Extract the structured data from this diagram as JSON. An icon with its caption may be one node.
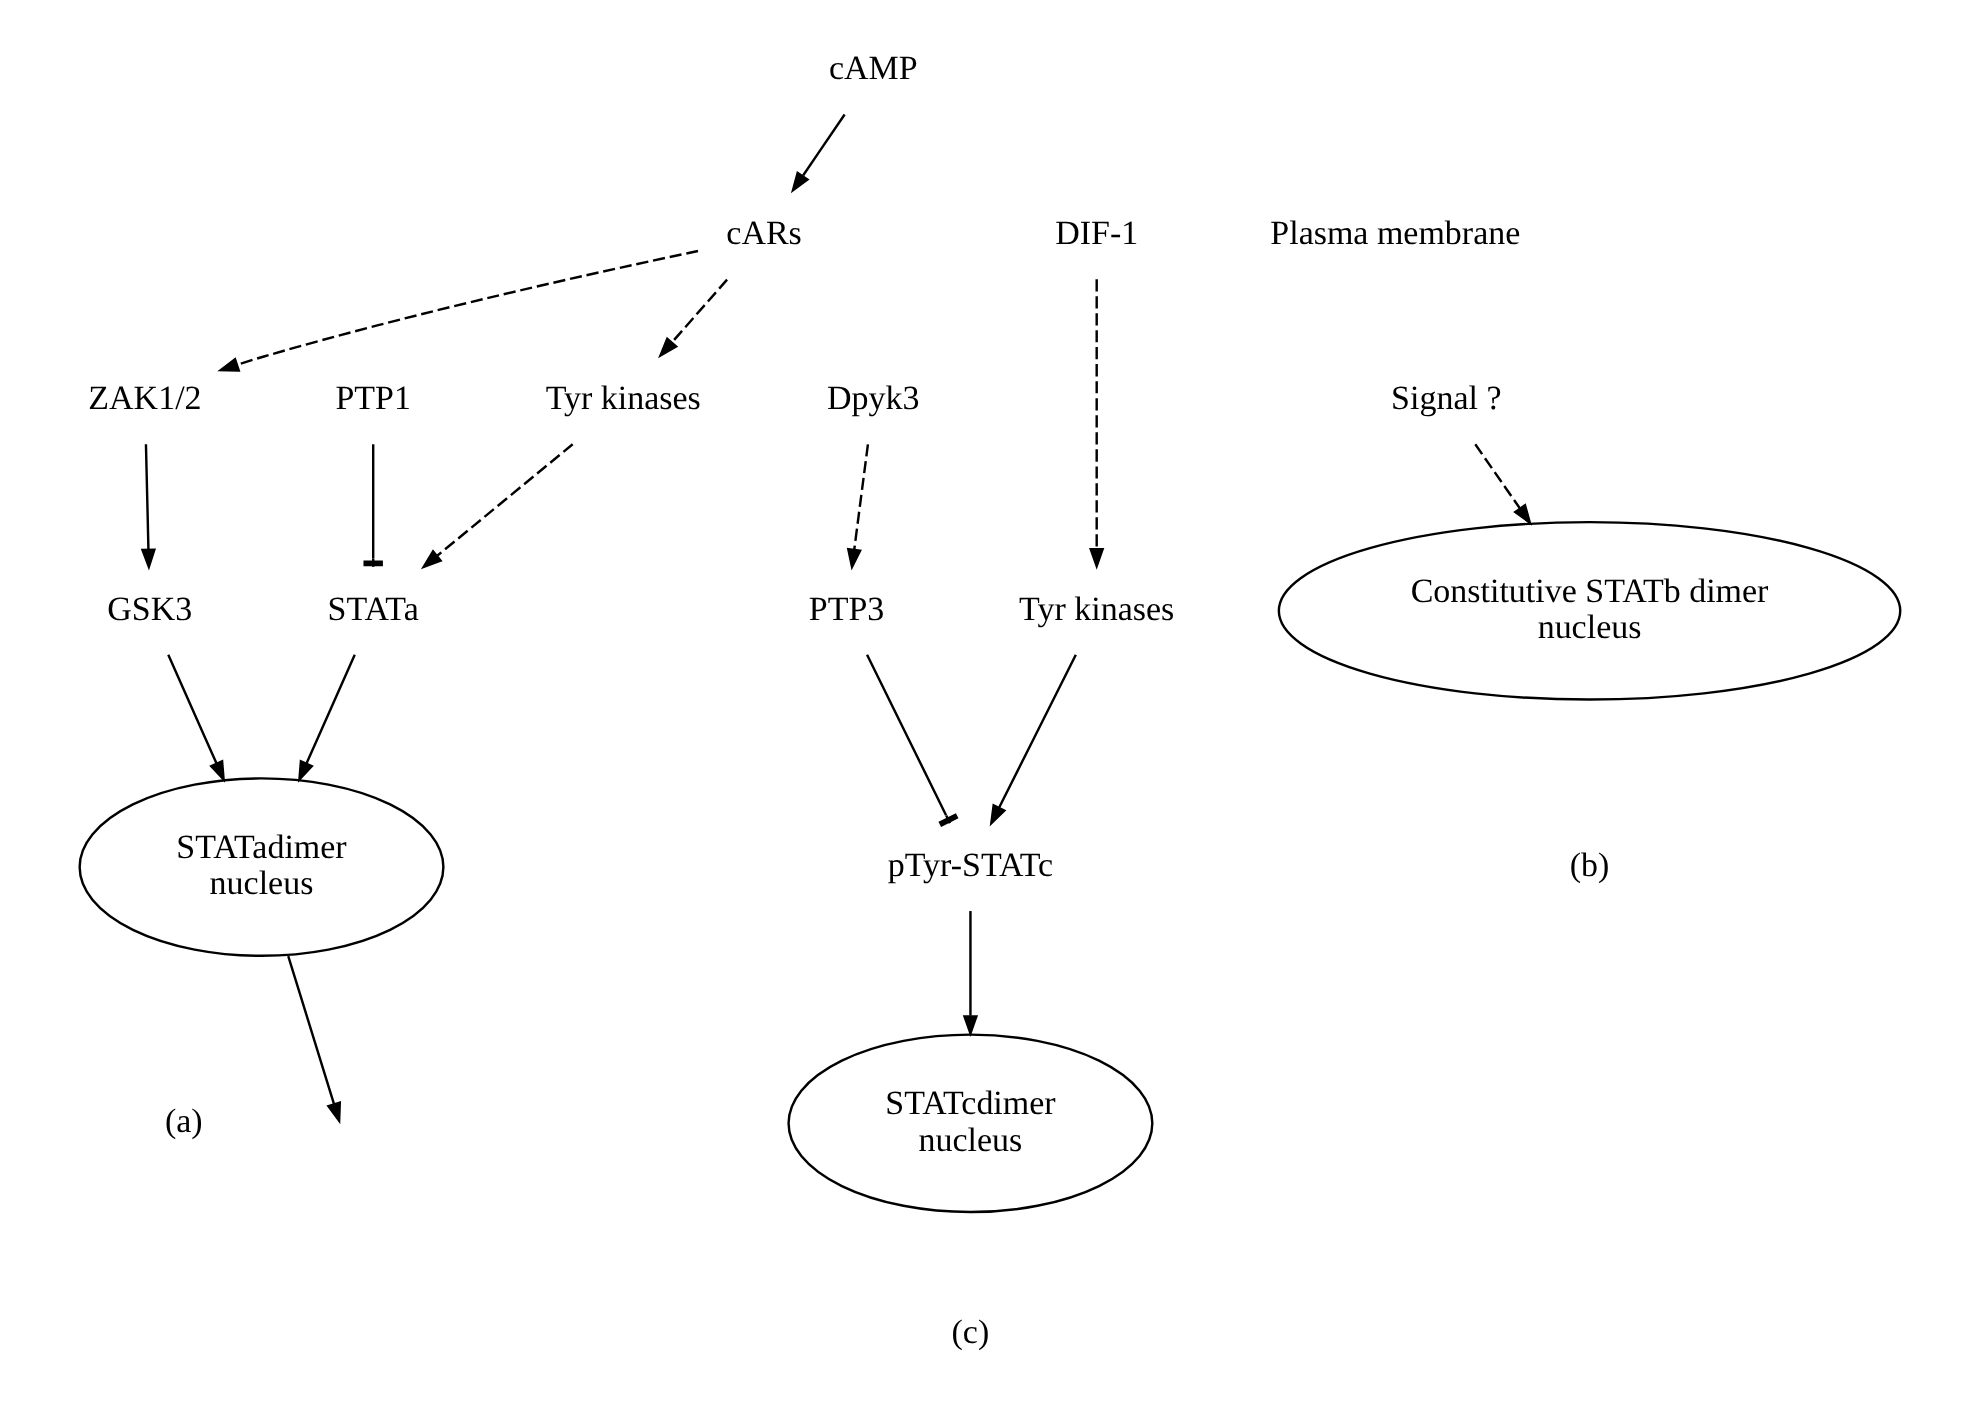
{
  "diagram": {
    "nodes": [
      {
        "text": [
          "cAMP"
        ]
      },
      {
        "text": [
          "cARs"
        ]
      },
      {
        "text": [
          "ZAK1/2"
        ]
      },
      {
        "text": [
          "Tyr kinases"
        ]
      },
      {
        "text": [
          "GSK3"
        ]
      },
      {
        "text": [
          "STATa"
        ]
      },
      {
        "text": [
          "PTP1"
        ]
      },
      {
        "text": [
          "STATadimer",
          "nucleus"
        ]
      },
      {
        "text": [
          "Signal ?"
        ]
      },
      {
        "text": [
          "Constitutive STATb dimer",
          "nucleus"
        ]
      },
      {
        "text": [
          "DIF-1"
        ]
      },
      {
        "text": [
          "Dpyk3"
        ]
      },
      {
        "text": [
          "Tyr kinases"
        ]
      },
      {
        "text": [
          "PTP3"
        ]
      },
      {
        "text": [
          "pTyr-STATc"
        ]
      },
      {
        "text": [
          "STATcdimer",
          "nucleus"
        ]
      }
    ],
    "edges": [
      {
        "from": 0,
        "to": 1,
        "arrow": "to"
      },
      {
        "from": 1,
        "to": 2,
        "arrow": "to",
        "style": "dashed"
      },
      {
        "from": 1,
        "to": 3,
        "arrow": "to",
        "style": "dashed"
      },
      {
        "from": 2,
        "to": 4,
        "arrow": "to"
      },
      {
        "from": 3,
        "to": 5,
        "arrow": "to",
        "style": "dashed"
      },
      {
        "from": 6,
        "to": 5,
        "arrow": "other"
      },
      {
        "from": 4,
        "to": 7,
        "arrow": "to"
      },
      {
        "from": 5,
        "to": 7,
        "arrow": "to"
      },
      {
        "from": 7,
        "to": null,
        "arrow": "to"
      },
      {
        "from": 8,
        "to": 9,
        "arrow": "to",
        "style": "dashed"
      },
      {
        "from": 10,
        "to": 12,
        "arrow": "to",
        "style": "dashed"
      },
      {
        "from": 11,
        "to": 13,
        "arrow": "to",
        "style": "dashed"
      },
      {
        "from": 12,
        "to": 14,
        "arrow": "to"
      },
      {
        "from": 13,
        "to": 14,
        "arrow": "other"
      },
      {
        "from": 14,
        "to": 15,
        "arrow": "to"
      }
    ],
    "labels": [
      "Plasma membrane",
      "(a)",
      "(b)",
      "(c)"
    ]
  }
}
